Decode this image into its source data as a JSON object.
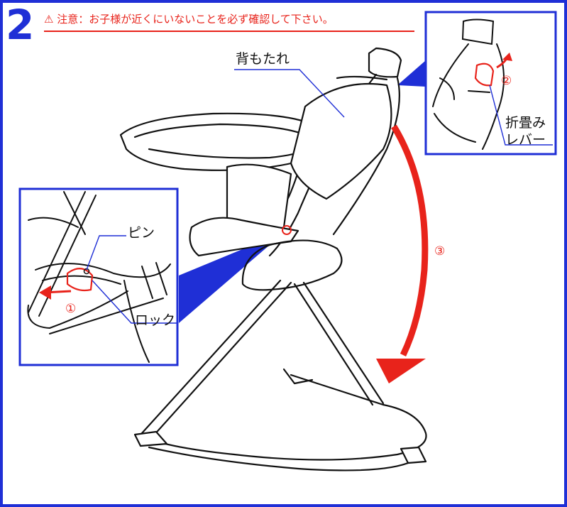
{
  "step_number": "2",
  "warning": "⚠ 注意：お子様が近くにいないことを必ず確認して下さい。",
  "labels": {
    "backrest": "背もたれ",
    "fold_lever_line1": "折畳み",
    "fold_lever_line2": "レバー",
    "pin": "ピン",
    "lock": "ロック"
  },
  "steps": {
    "one": "①",
    "two": "②",
    "three": "③"
  },
  "colors": {
    "frame_blue": "#1f2fd6",
    "accent_red": "#e8231b",
    "line_black": "#111111"
  }
}
